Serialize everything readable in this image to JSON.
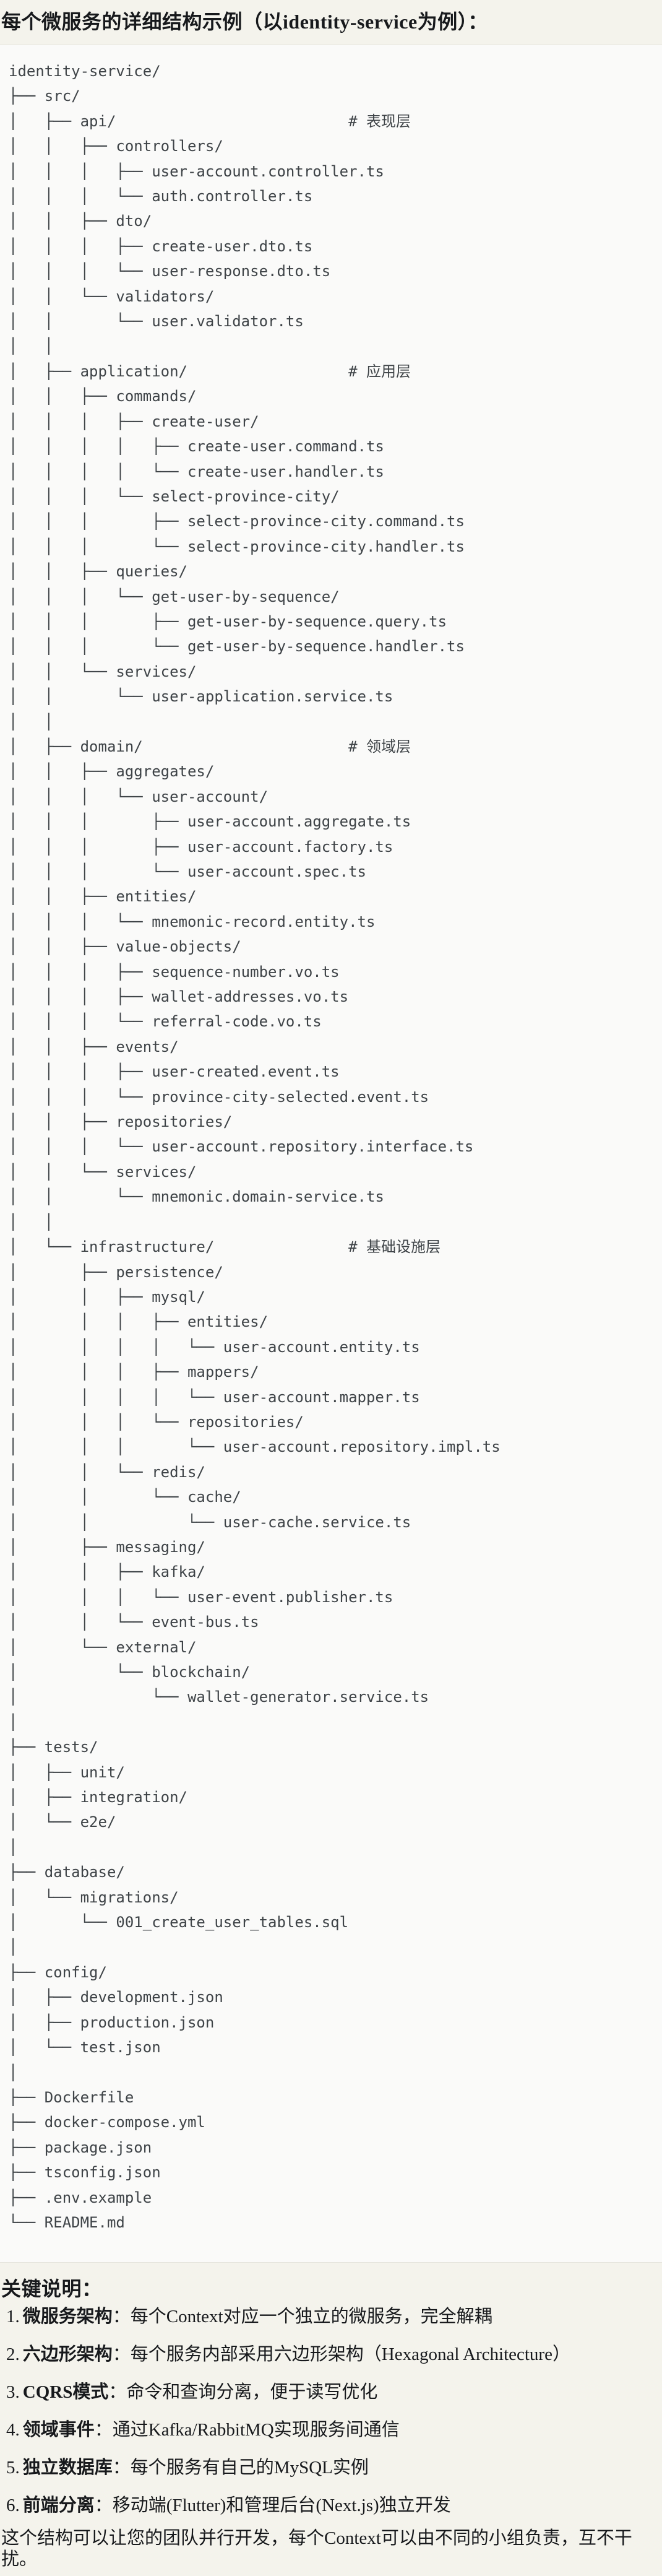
{
  "page": {
    "title": "每个微服务的详细结构示例（以identity-service为例）："
  },
  "colors": {
    "page_bg": "#f4f3ec",
    "code_bg": "#fafaf9",
    "code_border": "#e5e4dd",
    "tree_text": "#3e4347",
    "body_text": "#17191c"
  },
  "code": {
    "tree_lines": [
      "identity-service/",
      "├── src/",
      "│   ├── api/                          # 表现层",
      "│   │   ├── controllers/",
      "│   │   │   ├── user-account.controller.ts",
      "│   │   │   └── auth.controller.ts",
      "│   │   ├── dto/",
      "│   │   │   ├── create-user.dto.ts",
      "│   │   │   └── user-response.dto.ts",
      "│   │   └── validators/",
      "│   │       └── user.validator.ts",
      "│   │",
      "│   ├── application/                  # 应用层",
      "│   │   ├── commands/",
      "│   │   │   ├── create-user/",
      "│   │   │   │   ├── create-user.command.ts",
      "│   │   │   │   └── create-user.handler.ts",
      "│   │   │   └── select-province-city/",
      "│   │   │       ├── select-province-city.command.ts",
      "│   │   │       └── select-province-city.handler.ts",
      "│   │   ├── queries/",
      "│   │   │   └── get-user-by-sequence/",
      "│   │   │       ├── get-user-by-sequence.query.ts",
      "│   │   │       └── get-user-by-sequence.handler.ts",
      "│   │   └── services/",
      "│   │       └── user-application.service.ts",
      "│   │",
      "│   ├── domain/                       # 领域层",
      "│   │   ├── aggregates/",
      "│   │   │   └── user-account/",
      "│   │   │       ├── user-account.aggregate.ts",
      "│   │   │       ├── user-account.factory.ts",
      "│   │   │       └── user-account.spec.ts",
      "│   │   ├── entities/",
      "│   │   │   └── mnemonic-record.entity.ts",
      "│   │   ├── value-objects/",
      "│   │   │   ├── sequence-number.vo.ts",
      "│   │   │   ├── wallet-addresses.vo.ts",
      "│   │   │   └── referral-code.vo.ts",
      "│   │   ├── events/",
      "│   │   │   ├── user-created.event.ts",
      "│   │   │   └── province-city-selected.event.ts",
      "│   │   ├── repositories/",
      "│   │   │   └── user-account.repository.interface.ts",
      "│   │   └── services/",
      "│   │       └── mnemonic.domain-service.ts",
      "│   │",
      "│   └── infrastructure/               # 基础设施层",
      "│       ├── persistence/",
      "│       │   ├── mysql/",
      "│       │   │   ├── entities/",
      "│       │   │   │   └── user-account.entity.ts",
      "│       │   │   ├── mappers/",
      "│       │   │   │   └── user-account.mapper.ts",
      "│       │   │   └── repositories/",
      "│       │   │       └── user-account.repository.impl.ts",
      "│       │   └── redis/",
      "│       │       └── cache/",
      "│       │           └── user-cache.service.ts",
      "│       ├── messaging/",
      "│       │   ├── kafka/",
      "│       │   │   └── user-event.publisher.ts",
      "│       │   └── event-bus.ts",
      "│       └── external/",
      "│           └── blockchain/",
      "│               └── wallet-generator.service.ts",
      "│",
      "├── tests/",
      "│   ├── unit/",
      "│   ├── integration/",
      "│   └── e2e/",
      "│",
      "├── database/",
      "│   └── migrations/",
      "│       └── 001_create_user_tables.sql",
      "│",
      "├── config/",
      "│   ├── development.json",
      "│   ├── production.json",
      "│   └── test.json",
      "│",
      "├── Dockerfile",
      "├── docker-compose.yml",
      "├── package.json",
      "├── tsconfig.json",
      "├── .env.example",
      "└── README.md"
    ]
  },
  "notes": {
    "heading": "关键说明：",
    "items": [
      {
        "num": "1.",
        "term": "微服务架构",
        "colon": "：",
        "text": "每个Context对应一个独立的微服务，完全解耦"
      },
      {
        "num": "2.",
        "term": "六边形架构",
        "colon": "：",
        "text": "每个服务内部采用六边形架构（Hexagonal Architecture）"
      },
      {
        "num": "3.",
        "term": "CQRS模式",
        "colon": "：",
        "text": "命令和查询分离，便于读写优化"
      },
      {
        "num": "4.",
        "term": "领域事件",
        "colon": "：",
        "text": "通过Kafka/RabbitMQ实现服务间通信"
      },
      {
        "num": "5.",
        "term": "独立数据库",
        "colon": "：",
        "text": "每个服务有自己的MySQL实例"
      },
      {
        "num": "6.",
        "term": "前端分离",
        "colon": "：",
        "text": "移动端(Flutter)和管理后台(Next.js)独立开发"
      }
    ],
    "closing": "这个结构可以让您的团队并行开发，每个Context可以由不同的小组负责，互不干扰。"
  }
}
